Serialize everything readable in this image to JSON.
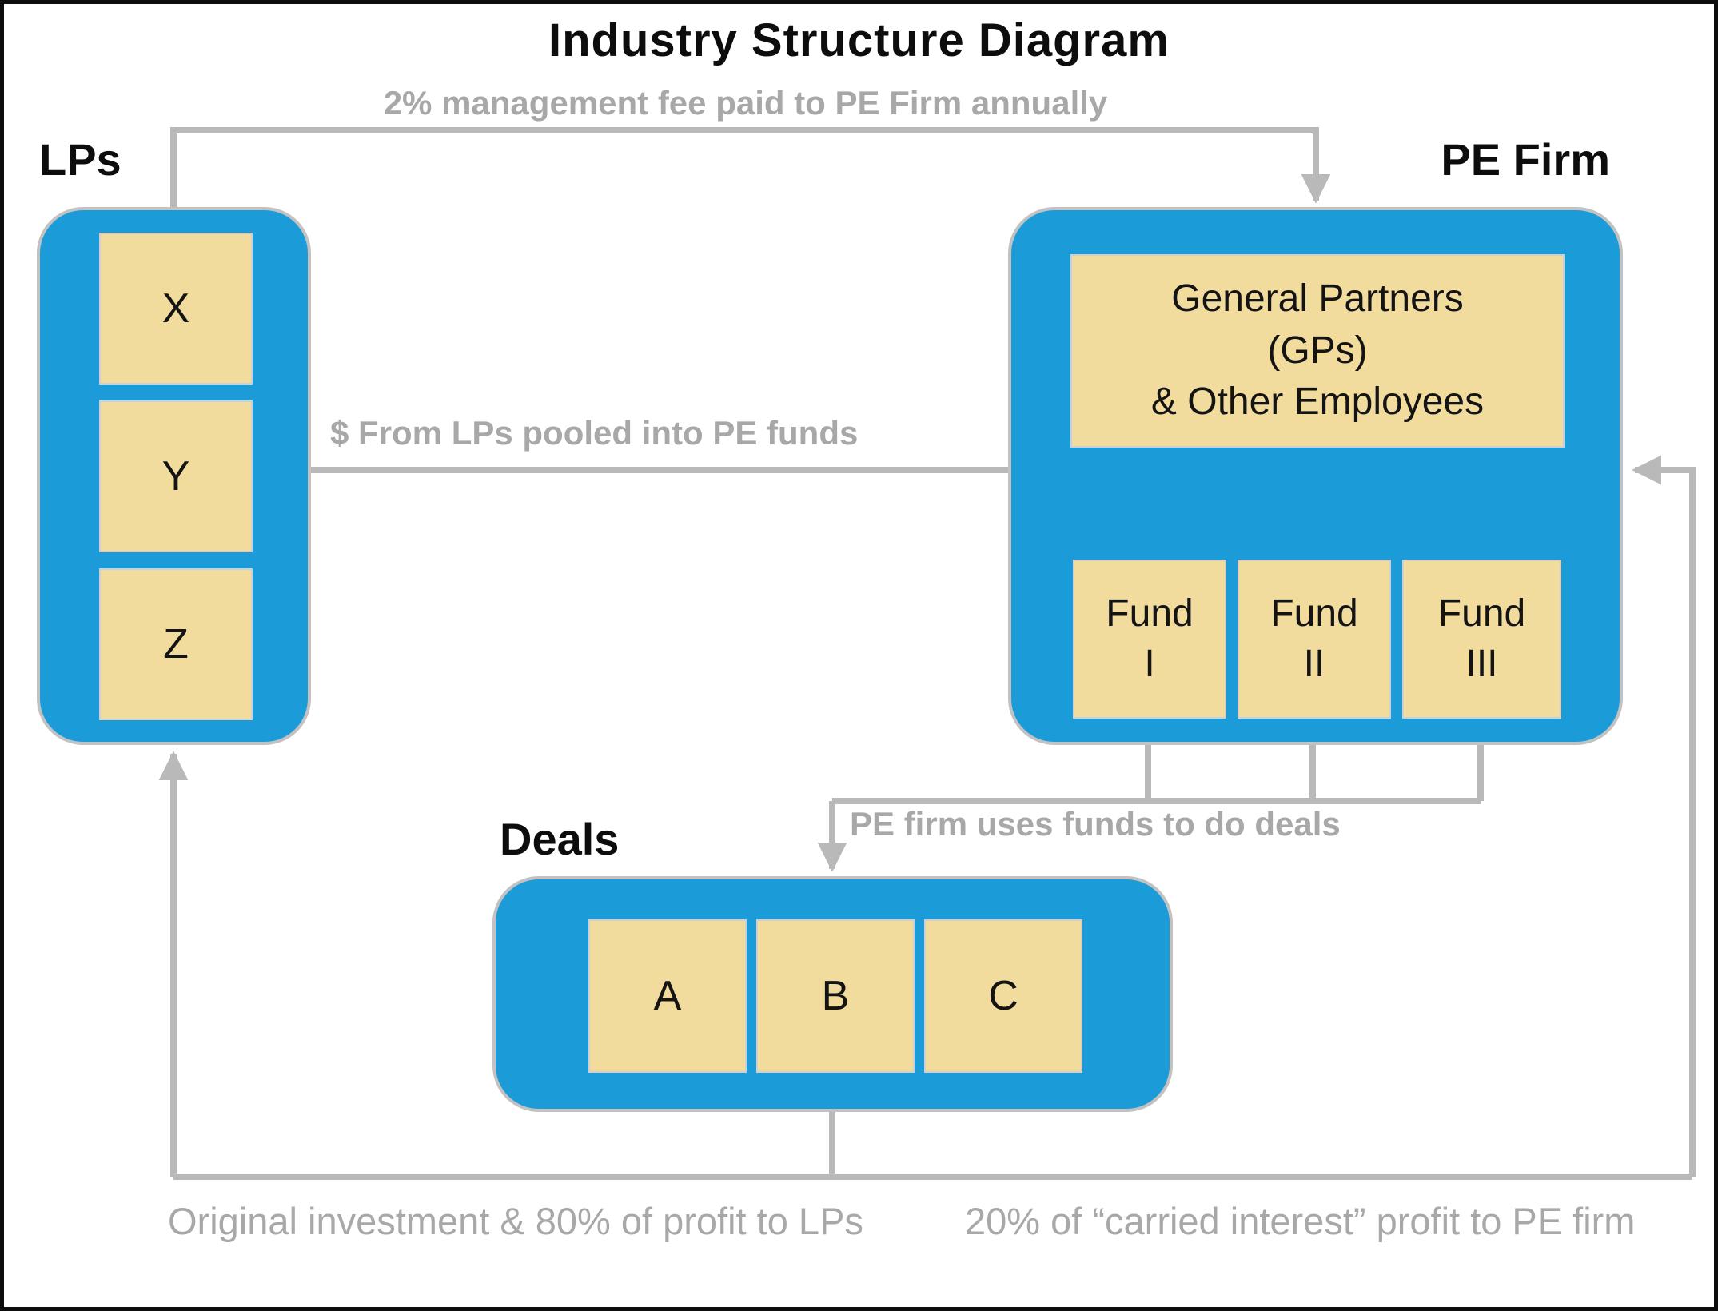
{
  "title": "Industry Structure Diagram",
  "annotations": {
    "fee": "2% management fee paid to PE Firm annually",
    "pool": "$ From LPs pooled into PE funds",
    "deals_flow": "PE firm uses funds to do deals",
    "return_lps": "Original investment & 80% of profit to LPs",
    "return_pe": "20% of “carried interest” profit to PE firm"
  },
  "groups": {
    "lps": {
      "label": "LPs",
      "items": [
        "X",
        "Y",
        "Z"
      ]
    },
    "pe_firm": {
      "label": "PE Firm",
      "gp_box": "General Partners\n(GPs)\n& Other Employees",
      "funds": [
        "Fund\nI",
        "Fund\nII",
        "Fund\nIII"
      ]
    },
    "deals": {
      "label": "Deals",
      "items": [
        "A",
        "B",
        "C"
      ]
    }
  },
  "colors": {
    "container_blue": "#1b9bd7",
    "box_tan": "#f2dc9d",
    "arrow_gray": "#b9b9b9",
    "text_gray": "#a8a8a8"
  }
}
